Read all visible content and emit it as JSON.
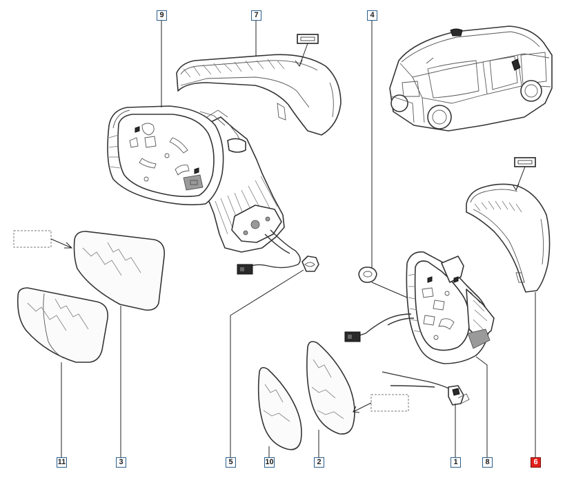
{
  "diagram": {
    "callouts": [
      {
        "id": "c1",
        "label": "1"
      },
      {
        "id": "c2",
        "label": "2"
      },
      {
        "id": "c3",
        "label": "3"
      },
      {
        "id": "c4",
        "label": "4"
      },
      {
        "id": "c5",
        "label": "5"
      },
      {
        "id": "c6",
        "label": "6"
      },
      {
        "id": "c7",
        "label": "7"
      },
      {
        "id": "c8",
        "label": "8"
      },
      {
        "id": "c9",
        "label": "9"
      },
      {
        "id": "c10",
        "label": "10"
      },
      {
        "id": "c11",
        "label": "11"
      }
    ],
    "highlighted_callout": "6",
    "colors": {
      "callout_border": "#2a5d8a",
      "highlight_fill": "#e3201b"
    }
  }
}
